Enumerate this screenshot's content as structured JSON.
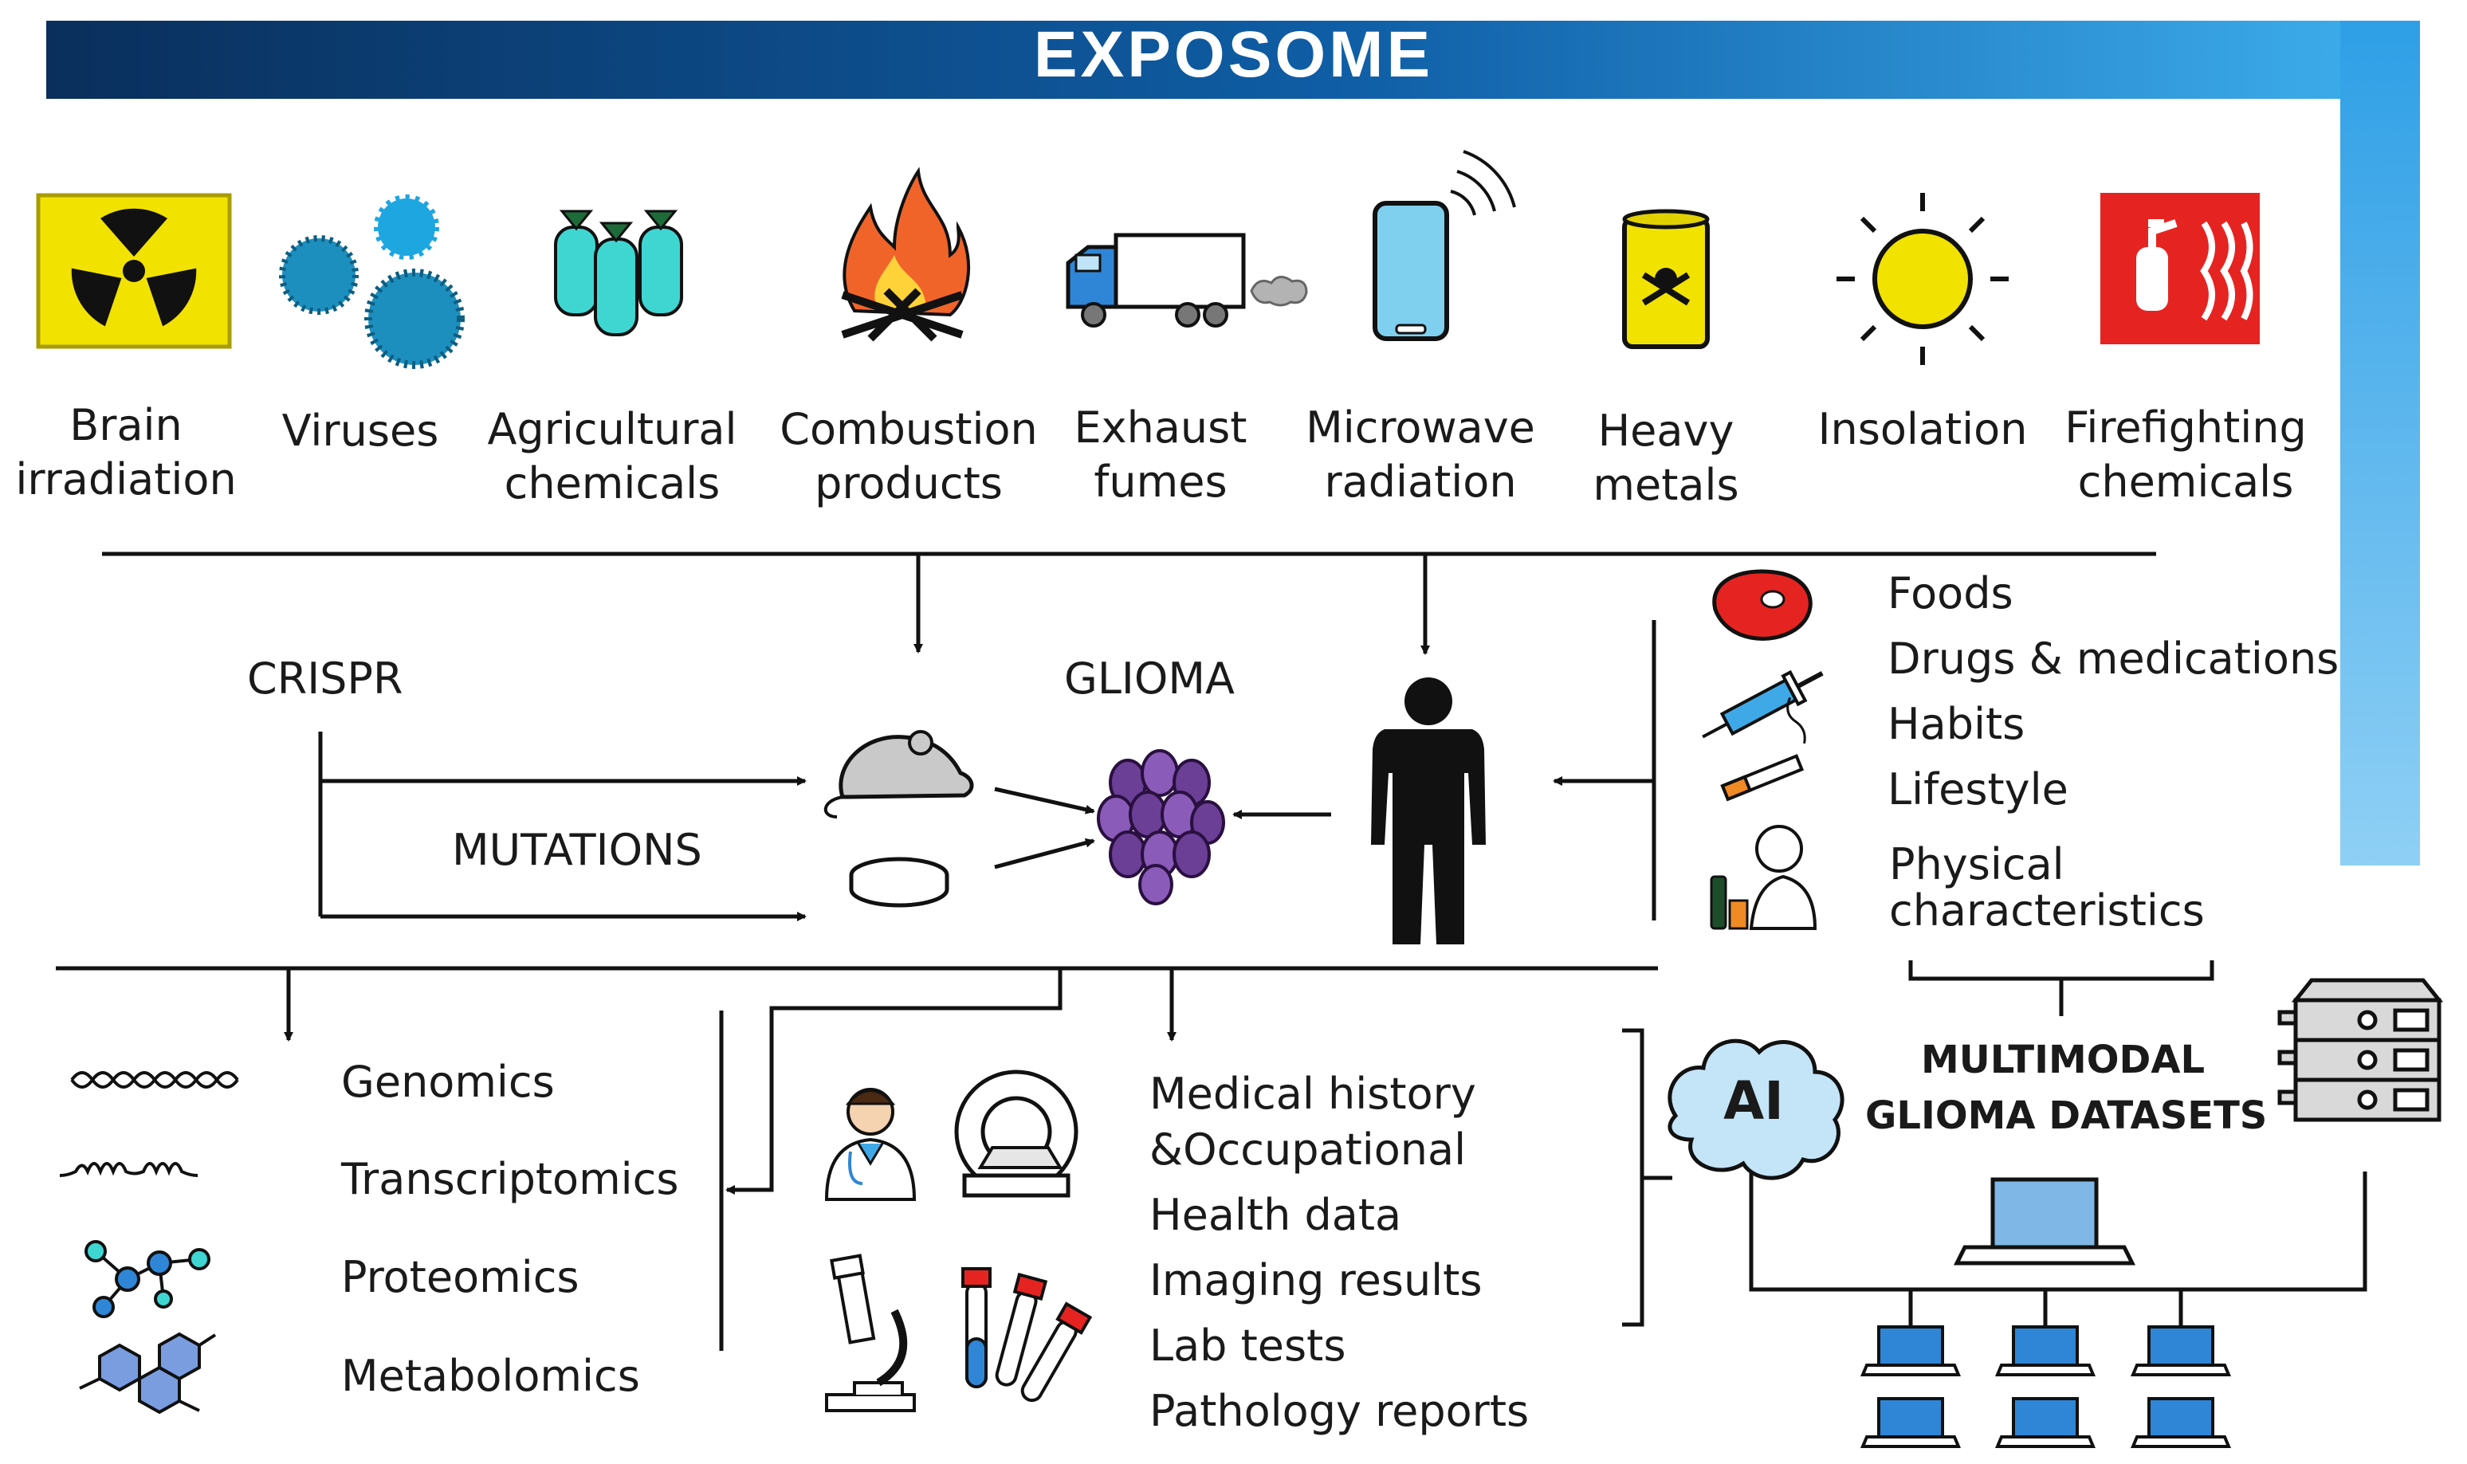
{
  "banner": {
    "title": "EXPOSOME"
  },
  "exposures": [
    {
      "line1": "Brain",
      "line2": "irradiation",
      "icon": "radiation-icon"
    },
    {
      "line1": "Viruses",
      "line2": "",
      "icon": "virus-icon"
    },
    {
      "line1": "Agricultural",
      "line2": "chemicals",
      "icon": "chemical-bags-icon"
    },
    {
      "line1": "Combustion",
      "line2": "products",
      "icon": "fire-icon"
    },
    {
      "line1": "Exhaust",
      "line2": "fumes",
      "icon": "truck-icon"
    },
    {
      "line1": "Microwave",
      "line2": "radiation",
      "icon": "phone-icon"
    },
    {
      "line1": "Heavy",
      "line2": "metals",
      "icon": "toxic-barrel-icon"
    },
    {
      "line1": "Insolation",
      "line2": "",
      "icon": "sun-icon"
    },
    {
      "line1": "Firefighting",
      "line2": "chemicals",
      "icon": "extinguisher-icon"
    }
  ],
  "middle": {
    "crispr": "CRISPR",
    "mutations": "MUTATIONS",
    "glioma": "GLIOMA"
  },
  "lifestyle": {
    "foods": "Foods",
    "drugs": "Drugs & medications",
    "habits": "Habits",
    "lifestyle": "Lifestyle",
    "physical1": "Physical",
    "physical2": "characteristics"
  },
  "omics": {
    "genomics": "Genomics",
    "transcriptomics": "Transcriptomics",
    "proteomics": "Proteomics",
    "metabolomics": "Metabolomics"
  },
  "clinical": {
    "medical1": "Medical history",
    "medical2": "&Occupational",
    "health": "Health data",
    "imaging": "Imaging results",
    "lab": "Lab tests",
    "pathology": "Pathology reports"
  },
  "datasets": {
    "line1": "MULTIMODAL",
    "line2": "GLIOMA DATASETS",
    "ai": "AI"
  },
  "colors": {
    "banner_dark": "#0a2f5c",
    "banner_light": "#3fa9e8",
    "virus": "#1c8fbf",
    "cyan_bag": "#3fd6d2",
    "glioma": "#6b3f95",
    "yellow": "#f2e200",
    "red": "#e52421",
    "phone": "#7fd0ee",
    "laptop": "#2f86d6"
  }
}
